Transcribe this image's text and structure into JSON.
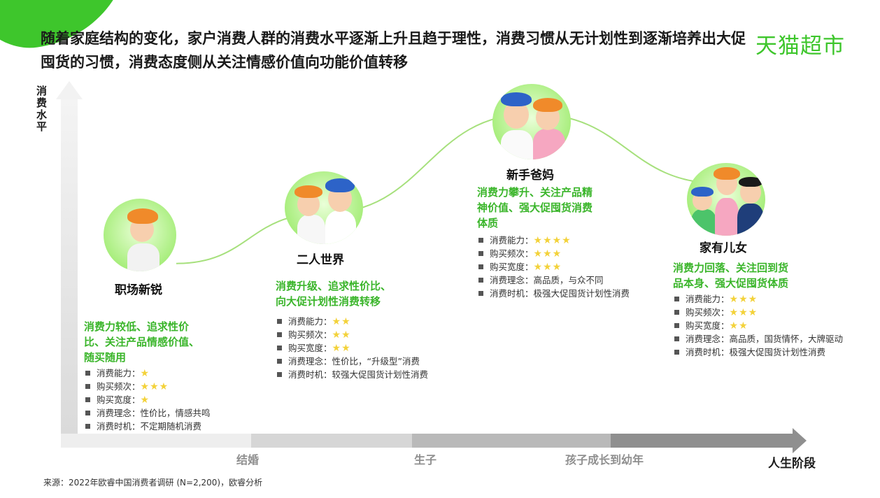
{
  "title": "随着家庭结构的变化，家户消费人群的消费水平逐渐上升且趋于理性，消费习惯从无计划性到逐渐培养出大促囤货的习惯，消费态度侧从关注情感价值向功能价值转移",
  "brand": "天猫超市",
  "source": "来源：2022年欧睿中国消费者调研 (N=2,200)，欧睿分析",
  "chart_data": {
    "type": "line",
    "ylabel": "消费水平",
    "xlabel": "人生阶段",
    "stages": [
      "结婚",
      "生子",
      "孩子成长到幼年"
    ],
    "x": [
      "职场新锐",
      "二人世界",
      "新手爸妈",
      "家有儿女"
    ],
    "values": [
      1,
      2,
      4,
      2.6
    ],
    "ylim": [
      0,
      4.6
    ],
    "line_color": "#a6e07c"
  },
  "groups": [
    {
      "name": "职场新锐",
      "desc_lines": [
        "消费力较低、追求性价",
        "比、关注产品情感价值、",
        "随买随用"
      ],
      "attrs": [
        {
          "label": "消费能力：",
          "stars": "★"
        },
        {
          "label": "购买频次：",
          "stars": "★★★"
        },
        {
          "label": "购买宽度：",
          "stars": "★"
        },
        {
          "label": "消费理念：",
          "text": "性价比，情感共鸣"
        },
        {
          "label": "消费时机：",
          "text": "不定期随机消费"
        }
      ]
    },
    {
      "name": "二人世界",
      "desc_lines": [
        "消费升级、追求性价比、",
        "向大促计划性消费转移"
      ],
      "attrs": [
        {
          "label": "消费能力：",
          "stars": "★★"
        },
        {
          "label": "购买频次：",
          "stars": "★★"
        },
        {
          "label": "购买宽度：",
          "stars": "★★"
        },
        {
          "label": "消费理念：",
          "text": "性价比，“升级型”消费"
        },
        {
          "label": "消费时机：",
          "text": "较强大促囤货计划性消费"
        }
      ]
    },
    {
      "name": "新手爸妈",
      "desc_lines": [
        "消费力攀升、关注产品精",
        "神价值、强大促囤货消费",
        "体质"
      ],
      "attrs": [
        {
          "label": "消费能力：",
          "stars": "★★★★"
        },
        {
          "label": "购买频次：",
          "stars": "★★★"
        },
        {
          "label": "购买宽度：",
          "stars": "★★★"
        },
        {
          "label": "消费理念：",
          "text": "高品质，与众不同"
        },
        {
          "label": "消费时机：",
          "text": "极强大促囤货计划性消费"
        }
      ]
    },
    {
      "name": "家有儿女",
      "desc_lines": [
        "消费力回落、关注回到货",
        "品本身、强大促囤货体质"
      ],
      "attrs": [
        {
          "label": "消费能力：",
          "stars": "★★★"
        },
        {
          "label": "购买频次：",
          "stars": "★★★"
        },
        {
          "label": "购买宽度：",
          "stars": "★★"
        },
        {
          "label": "消费理念：",
          "text": "高品质，国货情怀，大牌驱动"
        },
        {
          "label": "消费时机：",
          "text": "极强大促囤货计划性消费"
        }
      ]
    }
  ]
}
